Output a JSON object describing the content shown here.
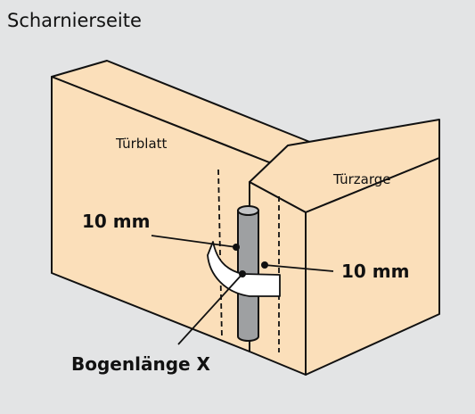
{
  "title": "Scharnierseite",
  "labels": {
    "door_leaf": "Türblatt",
    "door_frame": "Türzarge",
    "offset_left": "10 mm",
    "offset_right": "10 mm",
    "arc_length": "Bogenlänge X"
  },
  "colors": {
    "background": "#e3e4e5",
    "wood": "#fbdfba",
    "hinge_pin": "#9ea0a2",
    "stroke": "#111111"
  }
}
